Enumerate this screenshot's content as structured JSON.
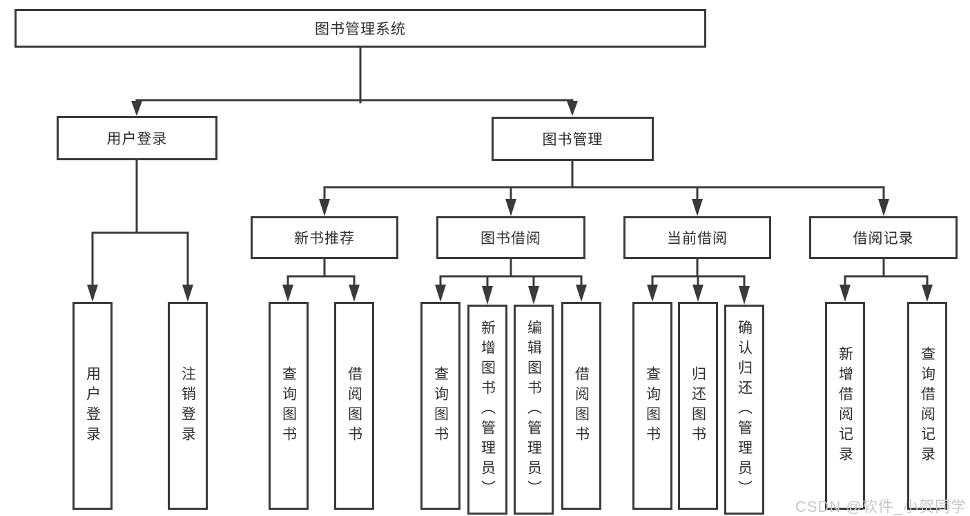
{
  "diagram": {
    "type": "hierarchy-chart",
    "root": {
      "id": "library-system",
      "label": "图书管理系统"
    },
    "level2": [
      {
        "id": "user-login",
        "label": "用户登录",
        "parent": "library-system"
      },
      {
        "id": "book-management",
        "label": "图书管理",
        "parent": "library-system"
      }
    ],
    "level3": [
      {
        "id": "new-book-recommend",
        "label": "新书推荐",
        "parent": "book-management"
      },
      {
        "id": "book-borrowing",
        "label": "图书借阅",
        "parent": "book-management"
      },
      {
        "id": "current-borrowing",
        "label": "当前借阅",
        "parent": "book-management"
      },
      {
        "id": "borrowing-records",
        "label": "借阅记录",
        "parent": "book-management"
      }
    ],
    "leaves": [
      {
        "id": "leaf-user-login",
        "label": "用户登录",
        "parent": "user-login"
      },
      {
        "id": "leaf-logout",
        "label": "注销登录",
        "parent": "user-login"
      },
      {
        "id": "leaf-query-books-recommend",
        "label": "查询图书",
        "parent": "new-book-recommend"
      },
      {
        "id": "leaf-borrow-books-recommend",
        "label": "借阅图书",
        "parent": "new-book-recommend"
      },
      {
        "id": "leaf-query-books-borrowing",
        "label": "查询图书",
        "parent": "book-borrowing"
      },
      {
        "id": "leaf-add-books-admin",
        "label": "新增图书（管理员）",
        "parent": "book-borrowing"
      },
      {
        "id": "leaf-edit-books-admin",
        "label": "编辑图书（管理员）",
        "parent": "book-borrowing"
      },
      {
        "id": "leaf-borrow-books-borrowing",
        "label": "借阅图书",
        "parent": "book-borrowing"
      },
      {
        "id": "leaf-query-books-current",
        "label": "查询图书",
        "parent": "current-borrowing"
      },
      {
        "id": "leaf-return-books",
        "label": "归还图书",
        "parent": "current-borrowing"
      },
      {
        "id": "leaf-confirm-return-admin",
        "label": "确认归还（管理员）",
        "parent": "current-borrowing"
      },
      {
        "id": "leaf-add-borrow-record",
        "label": "新增借阅记录",
        "parent": "borrowing-records"
      },
      {
        "id": "leaf-query-borrow-record",
        "label": "查询借阅记录",
        "parent": "borrowing-records"
      }
    ]
  },
  "watermark": {
    "text": "CSDN @软件_小贺同学"
  },
  "colors": {
    "line": "#3a3a3a",
    "box_border": "#3a3a3a",
    "box_background": "#ffffff",
    "text": "#2e2e2e",
    "watermark": "#c8c8c8",
    "background": "#ffffff"
  }
}
